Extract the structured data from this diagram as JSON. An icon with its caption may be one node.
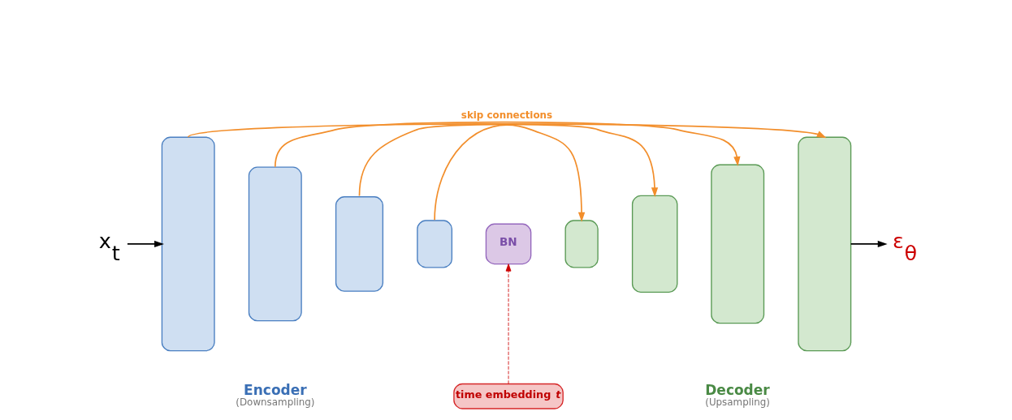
{
  "diagram": {
    "nodes": [
      {
        "text": [
          "x$_{t}$"
        ]
      },
      {
        "text": [],
        "shape": "box"
      },
      {
        "text": [],
        "shape": "box"
      },
      {
        "text": [],
        "shape": "box"
      },
      {
        "text": [],
        "shape": "box"
      },
      {
        "text": [
          "BN"
        ]
      },
      {
        "text": [],
        "shape": "box"
      },
      {
        "text": [],
        "shape": "box"
      },
      {
        "text": [],
        "shape": "box"
      },
      {
        "text": [],
        "shape": "box"
      },
      {
        "text": [
          "ε$_{θ}$"
        ]
      },
      {
        "text": [
          "time embedding *t*"
        ]
      }
    ],
    "edges": [
      {
        "from": 0,
        "to": 1,
        "arrow": "to",
        "color": "#000000"
      },
      {
        "from": 1,
        "to": 9,
        "arrow": "to",
        "label": "skip connections",
        "color": "#f28e2b"
      },
      {
        "from": 2,
        "to": 8,
        "arrow": "to",
        "color": "#f28e2b"
      },
      {
        "from": 3,
        "to": 7,
        "arrow": "to",
        "color": "#f28e2b"
      },
      {
        "from": 4,
        "to": 6,
        "arrow": "to",
        "color": "#f28e2b"
      },
      {
        "from": 9,
        "to": 10,
        "arrow": "to",
        "color": "#000000"
      },
      {
        "from": 11,
        "to": 5,
        "arrow": "to",
        "style": "dashed",
        "color": "#cc0000"
      }
    ],
    "labels": [
      "Encoder",
      "(Downsampling)",
      "Decoder",
      "(Upsampling)"
    ]
  }
}
